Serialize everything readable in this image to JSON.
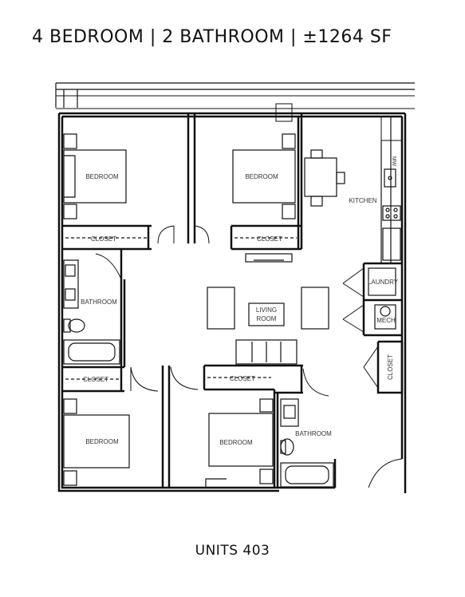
{
  "header": {
    "title": "4 BEDROOM | 2 BATHROOM | ±1264 SF"
  },
  "footer": {
    "unit": "UNITS 403"
  },
  "rooms": {
    "bedroom_1": "BEDROOM",
    "bedroom_2": "BEDROOM",
    "bedroom_3": "BEDROOM",
    "bedroom_4": "BEDROOM",
    "closet_1": "CLOSET",
    "closet_2": "CLOSET",
    "closet_3": "CLOSET",
    "closet_4": "CLOSET",
    "closet_5": "CLOSET",
    "bathroom_1": "BATHROOM",
    "bathroom_2": "BATHROOM",
    "kitchen": "KITCHEN",
    "laundry": "LAUNDRY",
    "mech": "MECH",
    "living_room_line1": "LIVING",
    "living_room_line2": "ROOM",
    "range_label": "MW"
  }
}
